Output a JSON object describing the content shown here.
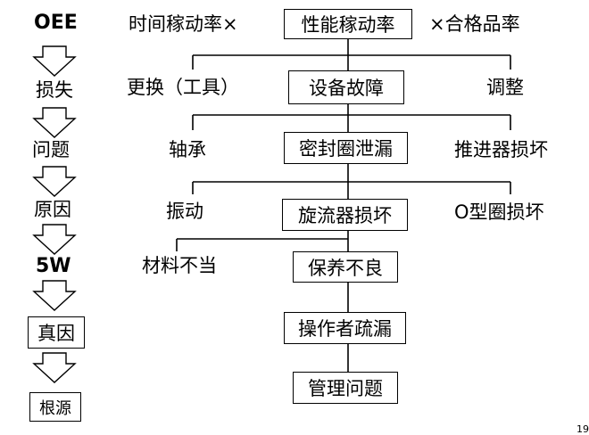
{
  "left_chain": {
    "oee": "OEE",
    "loss": "损失",
    "problem": "问题",
    "reason": "原因",
    "five_w": "5W",
    "true_cause": "真因",
    "root": "根源"
  },
  "center_chain": {
    "performance_rate": "性能稼动率",
    "equipment_failure": "设备故障",
    "seal_leak": "密封圈泄漏",
    "cyclone_damage": "旋流器损坏",
    "poor_maintenance": "保养不良",
    "operator_oversight": "操作者疏漏",
    "management_issue": "管理问题"
  },
  "side_labels": {
    "time_rate": "时间稼动率×",
    "quality_rate": "×合格品率",
    "tool_change": "更换（工具）",
    "adjust": "调整",
    "bearing": "轴承",
    "propeller_damage": "推进器损坏",
    "vibration": "振动",
    "oring_damage": "O型圈损坏",
    "improper_material": "材料不当"
  },
  "page_number": "19"
}
